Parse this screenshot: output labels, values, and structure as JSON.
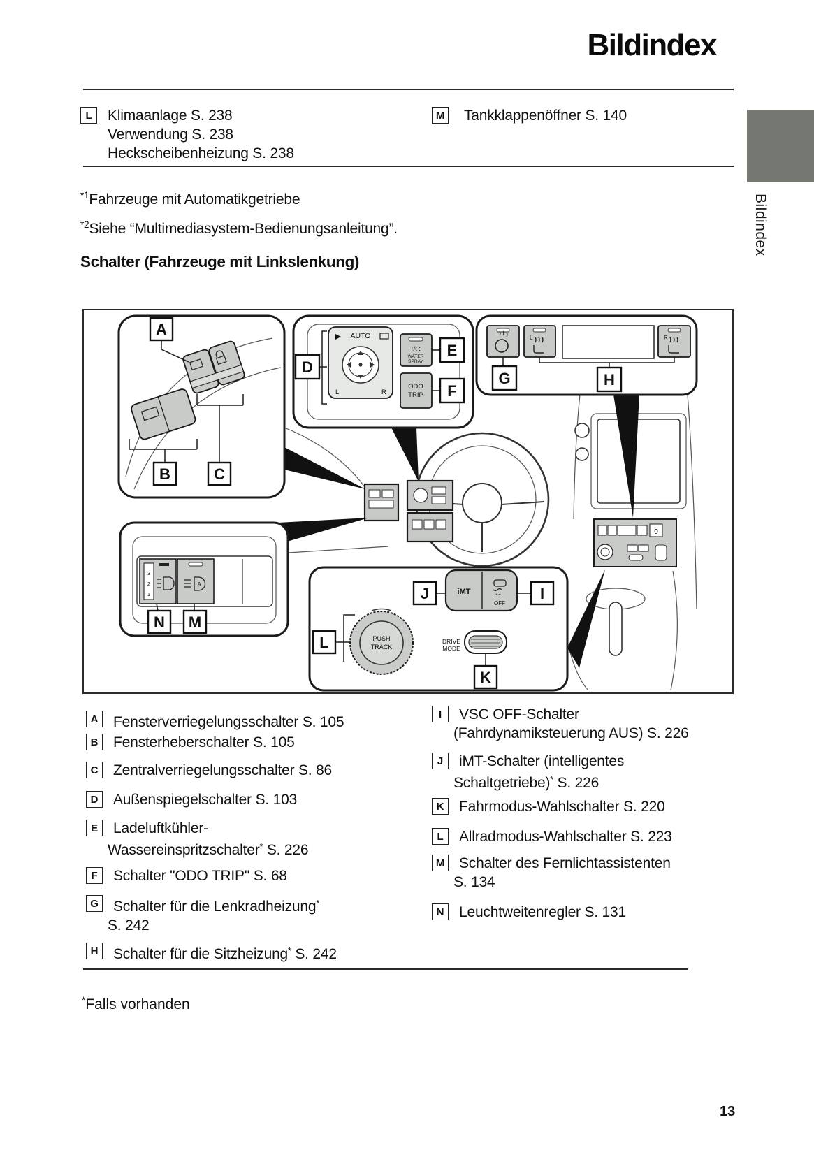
{
  "page": {
    "title": "Bildindex",
    "sidebar_tab": "Bildindex",
    "number": "13",
    "footnote_sup": "*",
    "footnote": "Falls vorhanden"
  },
  "top_index": {
    "left": {
      "letter": "L",
      "lines": [
        "Klimaanlage S. 238",
        "Verwendung S. 238",
        "Heckscheibenheizung S. 238"
      ]
    },
    "right": {
      "letter": "M",
      "line": "Tankklappenöffner S. 140"
    }
  },
  "notes": {
    "n1_sup": "*1",
    "n1": "Fahrzeuge mit Automatikgetriebe",
    "n2_sup": "*2",
    "n2": "Siehe “Multimediasystem-Bedienungsanleitung”.",
    "heading": "Schalter (Fahrzeuge mit Linkslenkung)"
  },
  "diagram": {
    "callouts": {
      "a": "A",
      "b": "B",
      "c": "C",
      "d": "D",
      "e": "E",
      "f": "F",
      "g": "G",
      "h": "H",
      "i": "I",
      "j": "J",
      "k": "K",
      "l": "L",
      "m": "M",
      "n": "N"
    },
    "texts": {
      "auto": "AUTO",
      "letter_l": "L",
      "letter_r": "R",
      "ic": "I/C",
      "water": "WATER",
      "spray": "SPRAY",
      "odo": "ODO",
      "trip": "TRIP",
      "imt": "iMT",
      "off": "OFF",
      "push": "PUSH",
      "track": "TRACK",
      "drive": "DRIVE",
      "mode": "MODE",
      "lvl3": "3",
      "lvl2": "2",
      "lvl1": "1",
      "zero": "0",
      "auto_a": "A"
    }
  },
  "legend": {
    "left": [
      {
        "letter": "A",
        "t1": "Fensterverriegelungsschalter S. 105"
      },
      {
        "letter": "B",
        "t1": "Fensterheberschalter S. 105"
      },
      {
        "letter": "C",
        "t1": "Zentralverriegelungsschalter S. 86"
      },
      {
        "letter": "D",
        "t1": "Außenspiegelschalter S. 103"
      },
      {
        "letter": "E",
        "t1": "Ladeluftkühler-",
        "u1": "Wassereinspritzschalter",
        "s2": "*",
        "u2": " S. 226"
      },
      {
        "letter": "F",
        "t1": "Schalter \"ODO TRIP\" S. 68"
      },
      {
        "letter": "G",
        "t1": "Schalter für die Lenkradheizung",
        "s1": "*",
        "u1": "S. 242"
      },
      {
        "letter": "H",
        "t1": "Schalter für die Sitzheizung",
        "s1": "*",
        "t2": " S. 242"
      }
    ],
    "right": [
      {
        "letter": "I",
        "t1": "VSC OFF-Schalter",
        "u1": "(Fahrdynamiksteuerung AUS) S. 226"
      },
      {
        "letter": "J",
        "t1": "iMT-Schalter (intelligentes",
        "u1": "Schaltgetriebe)",
        "s2": "*",
        "u2": " S. 226"
      },
      {
        "letter": "K",
        "t1": "Fahrmodus-Wahlschalter S. 220"
      },
      {
        "letter": "L",
        "t1": "Allradmodus-Wahlschalter S. 223"
      },
      {
        "letter": "M",
        "t1": "Schalter des Fernlichtassistenten",
        "u1": "S. 134"
      },
      {
        "letter": "N",
        "t1": "Leuchtweitenregler S. 131"
      }
    ]
  }
}
